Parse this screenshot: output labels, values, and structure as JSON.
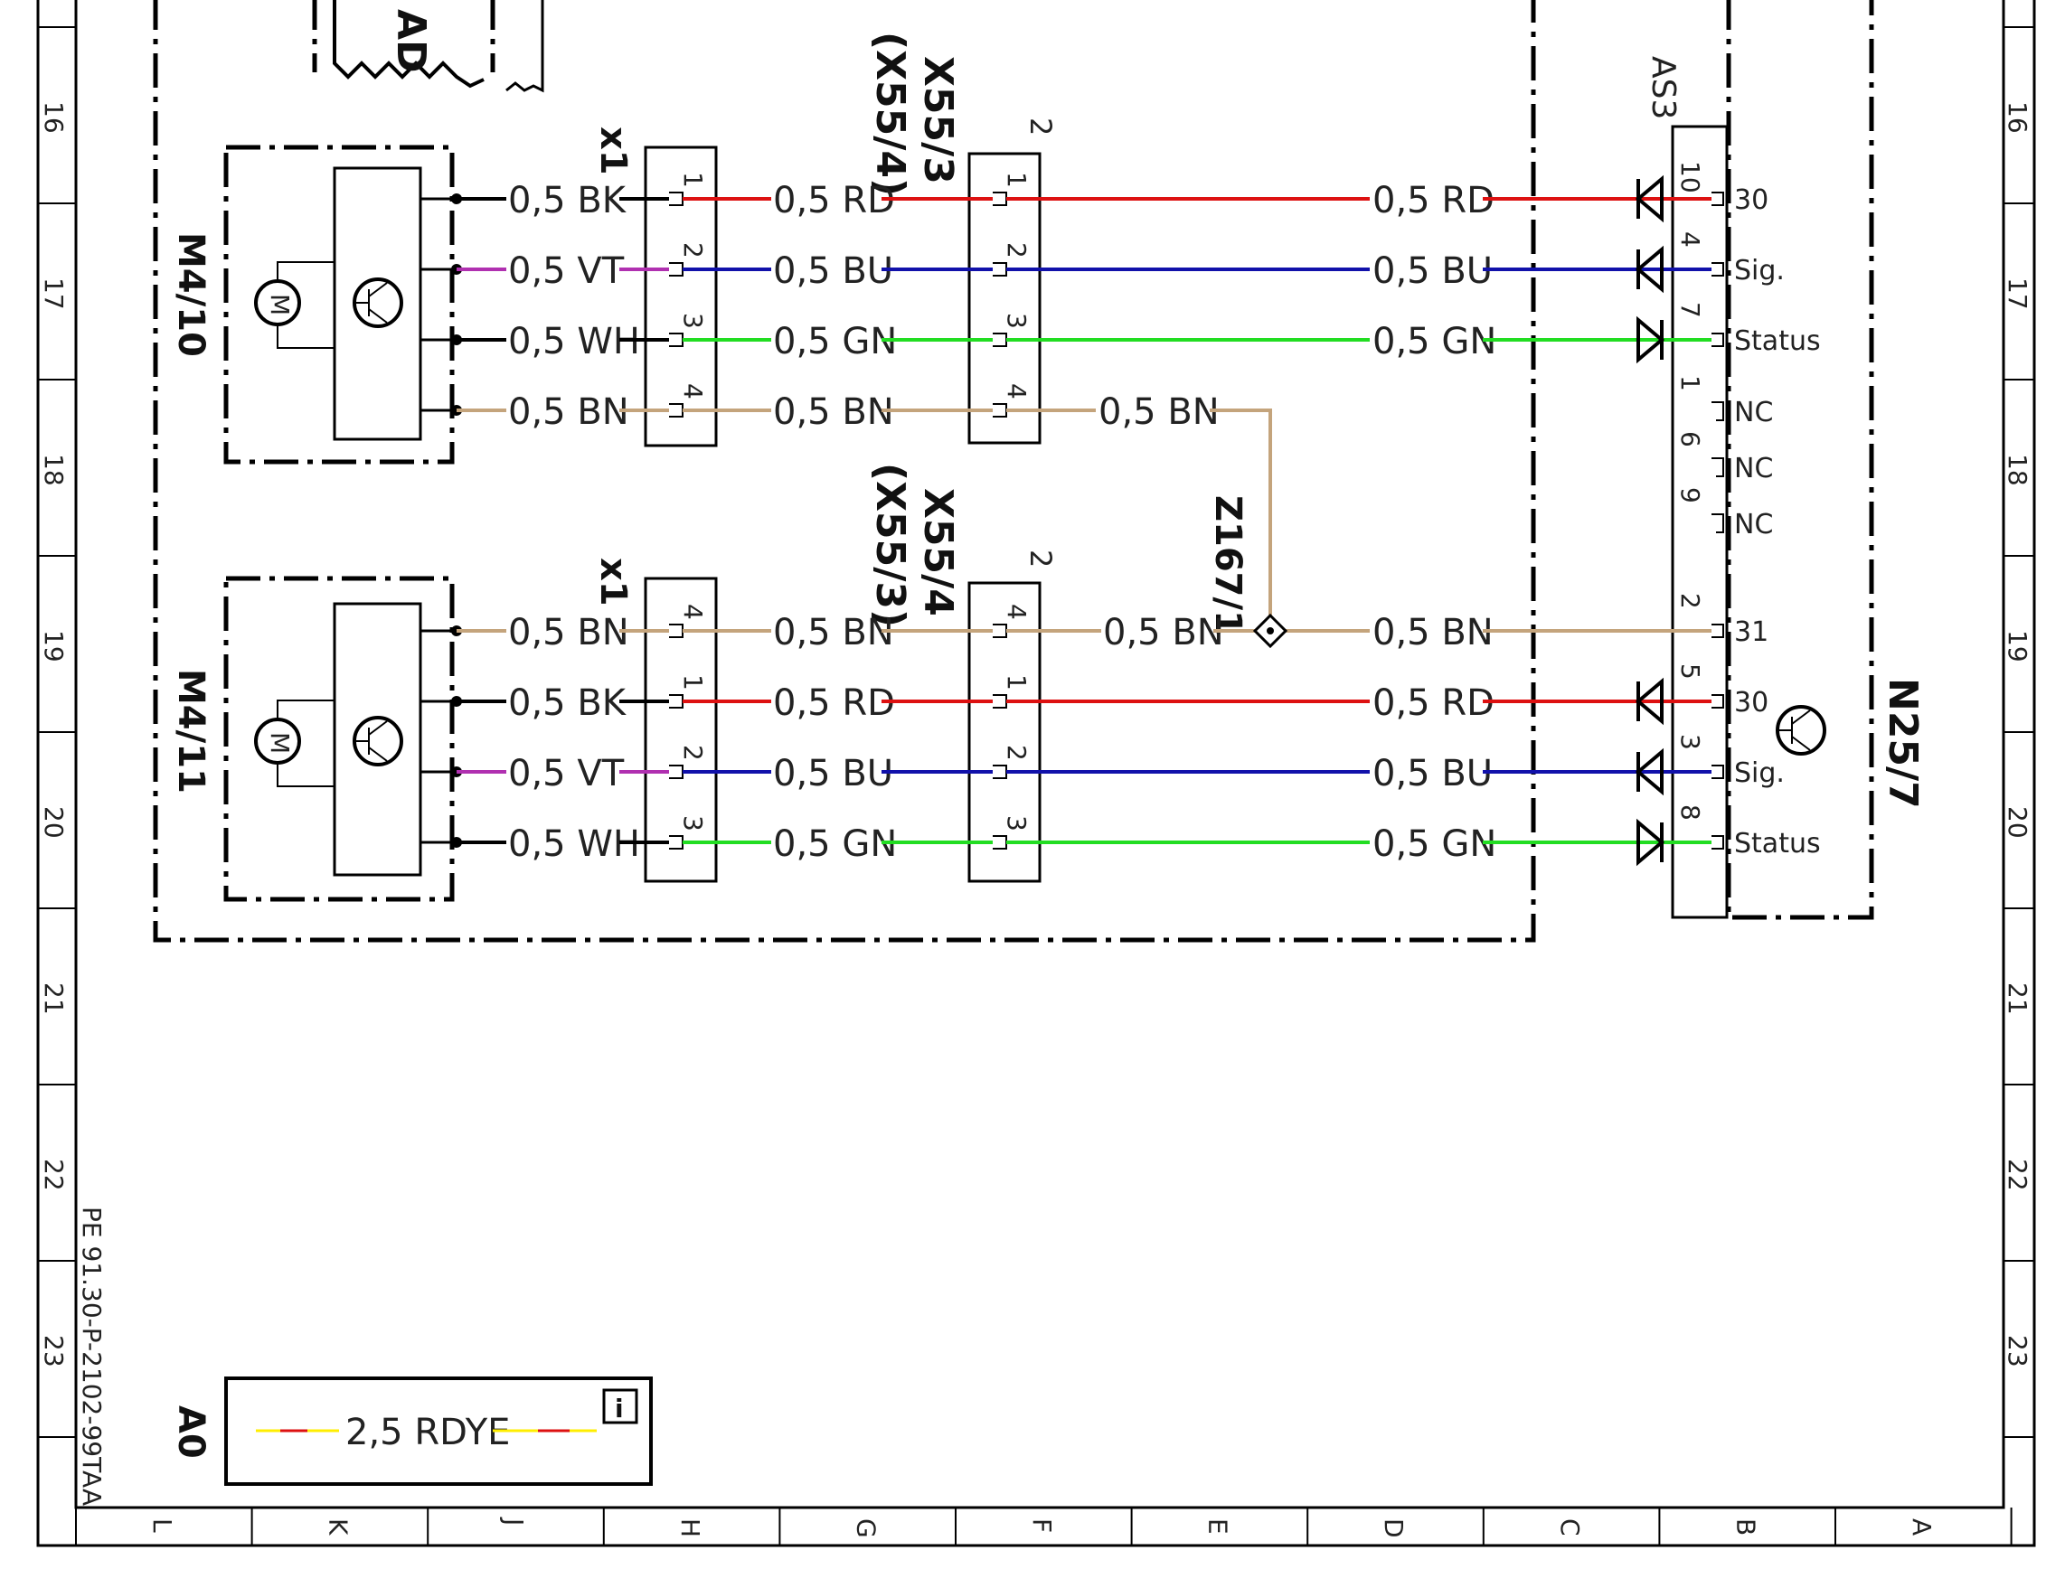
{
  "colors": {
    "RD": "#dd1111",
    "BU": "#1111aa",
    "GN": "#22dd22",
    "BN": "#c4a47c",
    "VT": "#b030b0",
    "BK": "#000000",
    "YE": "#ffee00"
  },
  "frame": {
    "rows": [
      "16",
      "17",
      "18",
      "19",
      "20",
      "21",
      "22",
      "23"
    ],
    "cols": [
      "L",
      "K",
      "J",
      "H",
      "G",
      "F",
      "E",
      "D",
      "C",
      "B",
      "A"
    ],
    "doc_id": "PE 91.30-P-2102-99TAA"
  },
  "top_fragment": "AD",
  "components": {
    "m4_10": "M4/10",
    "m4_11": "M4/11",
    "n25_7": "N25/7",
    "as3": "AS3",
    "x55_3": "X55/3",
    "x55_3_alt": "(X55/4)",
    "x55_4": "X55/4",
    "x55_4_alt": "(X55/3)",
    "z167_1": "Z167/1",
    "x1a": "x1",
    "x1b": "x1",
    "conn_num_a": "2",
    "conn_num_b": "2",
    "a0": "A0"
  },
  "motor_symbol": "M",
  "legend": {
    "wire": "2,5 RDYE",
    "info_icon": "i"
  },
  "wires_m4_10": [
    {
      "motor": "0,5 BK",
      "mc": "BK",
      "x1pin": "1",
      "mid": "0,5 RD",
      "cpin": "1",
      "right": "0,5 RD",
      "c": "RD",
      "aspin": "10",
      "sig": "30"
    },
    {
      "motor": "0,5 VT",
      "mc": "VT",
      "x1pin": "2",
      "mid": "0,5 BU",
      "cpin": "2",
      "right": "0,5 BU",
      "c": "BU",
      "aspin": "4",
      "sig": "Sig."
    },
    {
      "motor": "0,5 WH",
      "mc": "BK",
      "x1pin": "3",
      "mid": "0,5 GN",
      "cpin": "3",
      "right": "0,5 GN",
      "c": "GN",
      "aspin": "7",
      "sig": "Status"
    },
    {
      "motor": "0,5 BN",
      "mc": "BN",
      "x1pin": "4",
      "mid": "0,5 BN",
      "cpin": "4",
      "right": "0,5 BN",
      "c": "BN",
      "aspin": "",
      "sig": ""
    }
  ],
  "wires_m4_11": [
    {
      "motor": "0,5 BN",
      "mc": "BN",
      "x1pin": "4",
      "mid": "0,5 BN",
      "cpin": "4",
      "right": "0,5 BN",
      "c": "BN",
      "aspin": "2",
      "sig": "31"
    },
    {
      "motor": "0,5 BK",
      "mc": "BK",
      "x1pin": "1",
      "mid": "0,5 RD",
      "cpin": "1",
      "right": "0,5 RD",
      "c": "RD",
      "aspin": "5",
      "sig": "30"
    },
    {
      "motor": "0,5 VT",
      "mc": "VT",
      "x1pin": "2",
      "mid": "0,5 BU",
      "cpin": "2",
      "right": "0,5 BU",
      "c": "BU",
      "aspin": "3",
      "sig": "Sig."
    },
    {
      "motor": "0,5 WH",
      "mc": "BK",
      "x1pin": "3",
      "mid": "0,5 GN",
      "cpin": "3",
      "right": "0,5 GN",
      "c": "GN",
      "aspin": "8",
      "sig": "Status"
    }
  ],
  "splice_label": "0,5 BN",
  "nc_pins": [
    {
      "pin": "1",
      "sig": "NC"
    },
    {
      "pin": "6",
      "sig": "NC"
    },
    {
      "pin": "9",
      "sig": "NC"
    }
  ]
}
